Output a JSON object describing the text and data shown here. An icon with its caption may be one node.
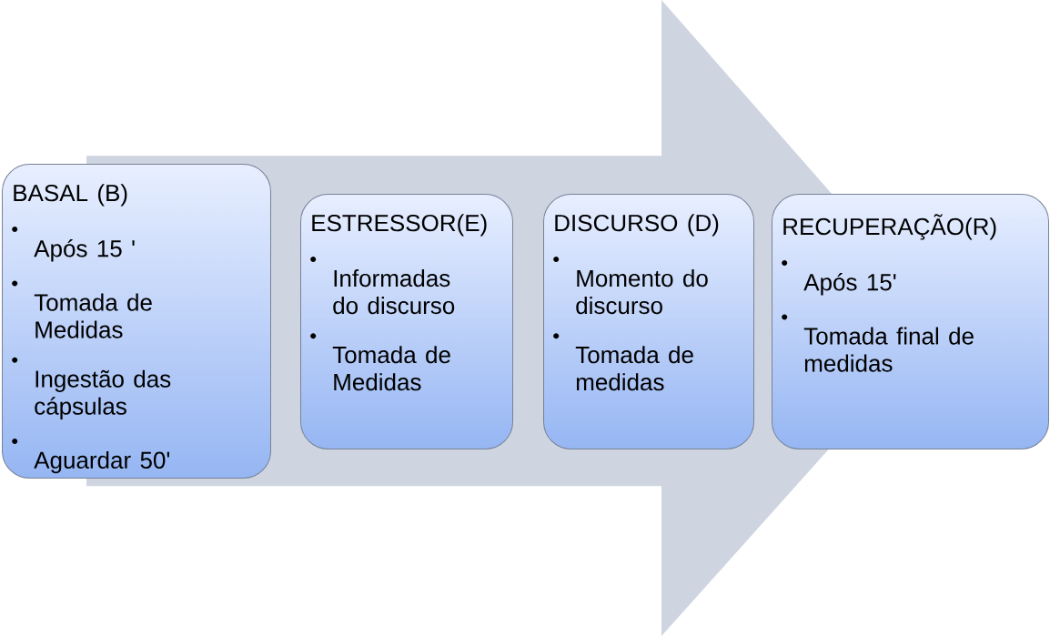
{
  "diagram": {
    "nodes": [
      {
        "text": [
          "BASAL (B)",
          "Após 15 '",
          "Tomada de Medidas",
          "Ingestão das cápsulas",
          "Aguardar 50'"
        ]
      },
      {
        "text": [
          "ESTRESSOR(E)",
          "Informadas do discurso",
          "Tomada de Medidas"
        ]
      },
      {
        "text": [
          "DISCURSO (D)",
          "Momento do discurso",
          "Tomada de medidas"
        ]
      },
      {
        "text": [
          "RECUPERAÇÃO(R)",
          "Após 15'",
          "Tomada final de medidas"
        ]
      }
    ],
    "edges": [
      {
        "from": 0,
        "to": 3,
        "arrow": "to"
      }
    ]
  }
}
